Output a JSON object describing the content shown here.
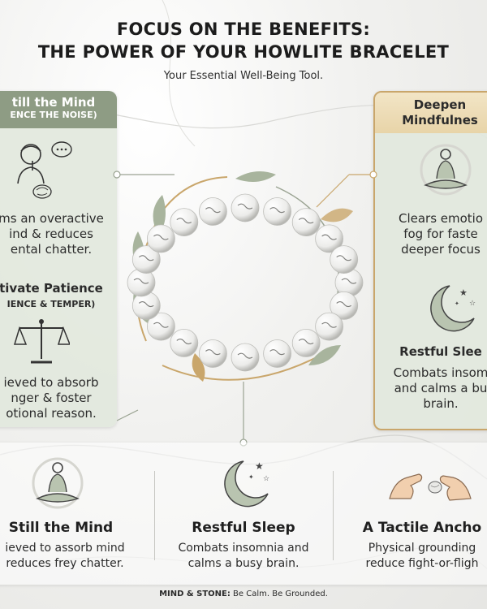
{
  "header": {
    "title_line1": "FOCUS ON THE BENEFITS:",
    "title_line2": "THE POWER OF YOUR HOWLITE BRACELET",
    "subtitle": "Your Essential Well-Being Tool."
  },
  "left_panel": {
    "heading": "till the Mind",
    "subheading": "ENCE THE NOISE)",
    "text1": [
      "ms an overactive",
      "ind & reduces",
      "ental chatter."
    ],
    "section2_title": "tivate Patience",
    "section2_sub": "IENCE & TEMPER)",
    "text2": [
      "ieved to absorb",
      "nger & foster",
      "otional reason."
    ]
  },
  "right_panel": {
    "heading_line1": "Deepen",
    "heading_line2": "Mindfulnes",
    "text1": [
      "Clears emotio",
      "fog for faste",
      "deeper focus"
    ],
    "section2_title": "Restful Slee",
    "text2": [
      "Combats insom",
      "and calms a bu",
      "brain."
    ]
  },
  "bottom": [
    {
      "title": "Still the Mind",
      "lines": [
        "ieved to assorb mind",
        "reduces frey chatter."
      ]
    },
    {
      "title": "Restful Sleep",
      "lines": [
        "Combats insomnia and",
        "calms a busy brain."
      ]
    },
    {
      "title": "A Tactile Ancho",
      "lines": [
        "Physical grounding",
        "reduce fight-or-fligh"
      ]
    }
  ],
  "footer": {
    "brand": "MIND & STONE:",
    "tagline": "Be Calm. Be Grounded."
  },
  "colors": {
    "sage": "#8e9c84",
    "gold": "#c9a66b",
    "panel": "#e2e8dd"
  }
}
